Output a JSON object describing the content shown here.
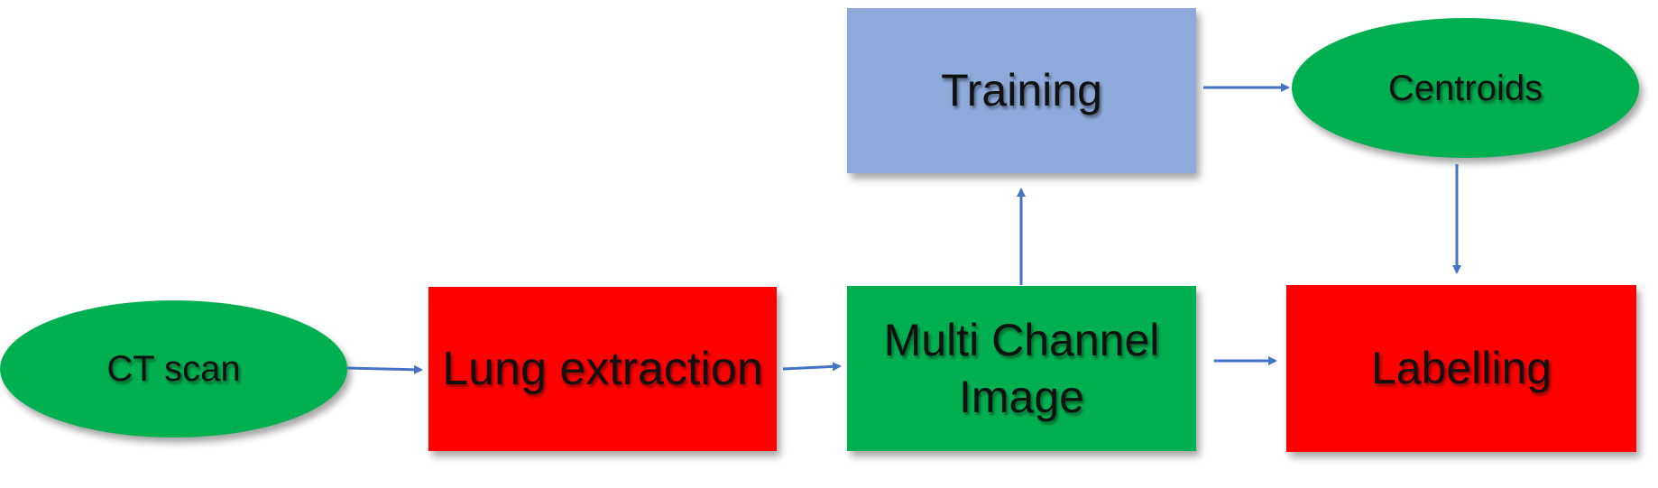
{
  "colors": {
    "green": "#00b050",
    "red": "#ff0000",
    "blue": "#8eaadb",
    "arrow": "#4472c4"
  },
  "nodes": {
    "ct_scan": "CT scan",
    "lung_extraction": "Lung extraction",
    "multi_channel": "Multi Channel\nImage",
    "training": "Training",
    "centroids": "Centroids",
    "labelling": "Labelling"
  }
}
